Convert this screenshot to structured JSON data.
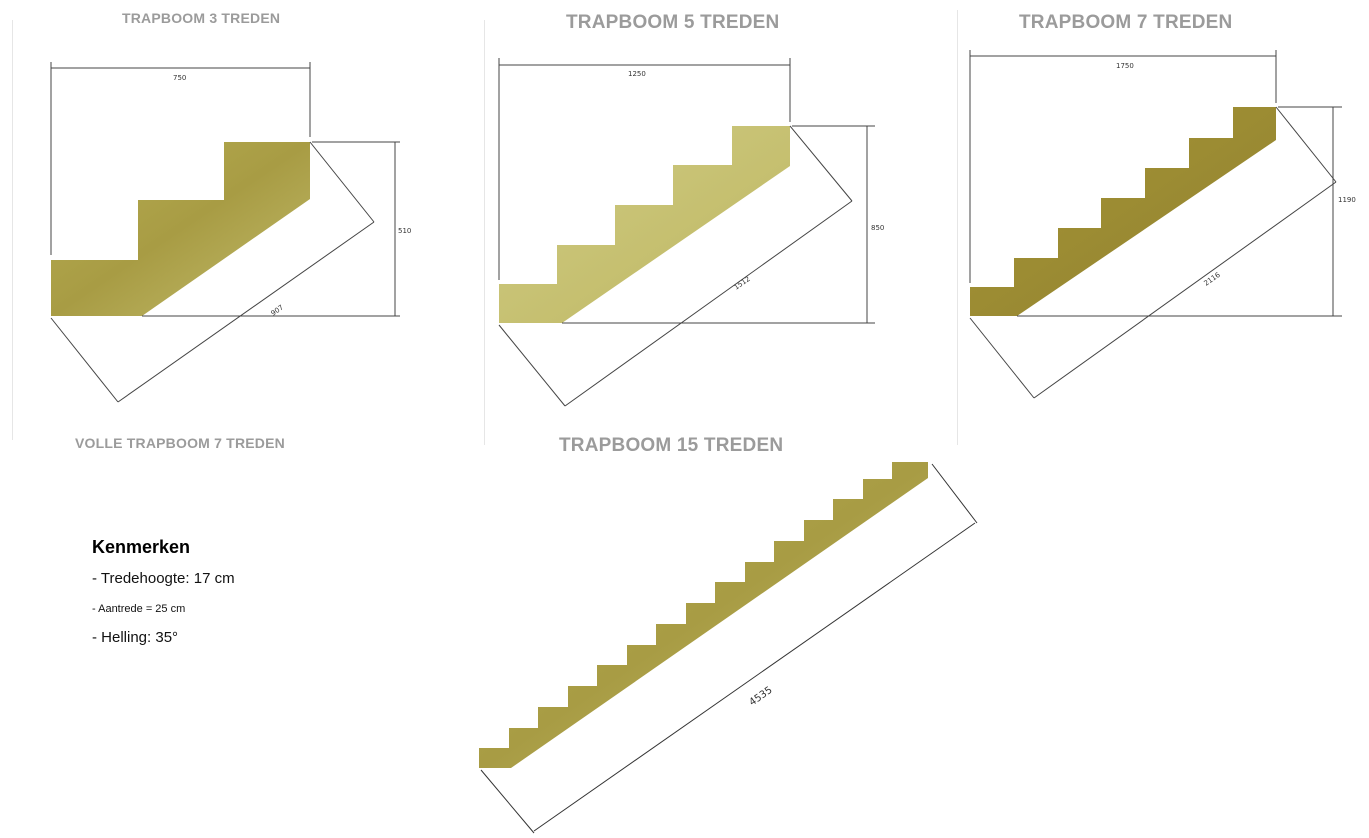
{
  "titles": {
    "stringer_3": "TRAPBOOM 3 TREDEN",
    "stringer_5": "TRAPBOOM 5 TREDEN",
    "stringer_7": "TRAPBOOM 7 TREDEN",
    "full_stringer_7": "VOLLE TRAPBOOM 7 TREDEN",
    "stringer_15": "TRAPBOOM 15 TREDEN"
  },
  "dimensions": {
    "stringer_3": {
      "width": "750",
      "height": "510",
      "length": "907"
    },
    "stringer_5": {
      "width": "1250",
      "height": "850",
      "length": "1512"
    },
    "stringer_7": {
      "width": "1750",
      "height": "1190",
      "length": "2116"
    },
    "stringer_15": {
      "length": "4535"
    }
  },
  "specs": {
    "heading": "Kenmerken",
    "step_height": "- Tredehoogte: 17 cm",
    "tread_depth": "- Aantrede = 25 cm",
    "slope": "- Helling: 35°"
  },
  "colors": {
    "wood_light": "#c9c47a",
    "wood_dark": "#9c8f3a",
    "title_grey": "#9b9b9b",
    "dim_line": "#444444"
  }
}
